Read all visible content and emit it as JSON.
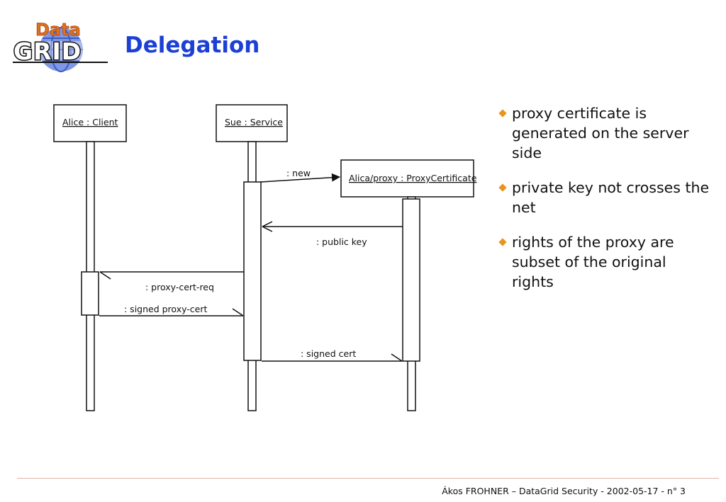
{
  "logo": {
    "top_text": "Data",
    "bottom_text": "GRID"
  },
  "slide": {
    "title": "Delegation"
  },
  "diagram": {
    "lifelines": [
      {
        "label": "Alice : Client"
      },
      {
        "label": "Sue : Service"
      },
      {
        "label": "Alica/proxy : ProxyCertificate"
      }
    ],
    "messages": [
      {
        "label": ": new"
      },
      {
        "label": ": public key"
      },
      {
        "label": ": proxy-cert-req"
      },
      {
        "label": ": signed proxy-cert"
      },
      {
        "label": ": signed cert"
      }
    ]
  },
  "bullets": [
    {
      "text": "proxy certificate is generated on the server side"
    },
    {
      "text": "private key not crosses the net"
    },
    {
      "text": "rights of the proxy are subset of the original rights"
    }
  ],
  "footer": {
    "text": "Ákos FROHNER – DataGrid Security - 2002-05-17 - n° 3"
  },
  "colors": {
    "title": "#1c3fd6",
    "bullet": "#e8951e",
    "logo_data": "#e0711e",
    "logo_globe": "#5a78d8"
  }
}
